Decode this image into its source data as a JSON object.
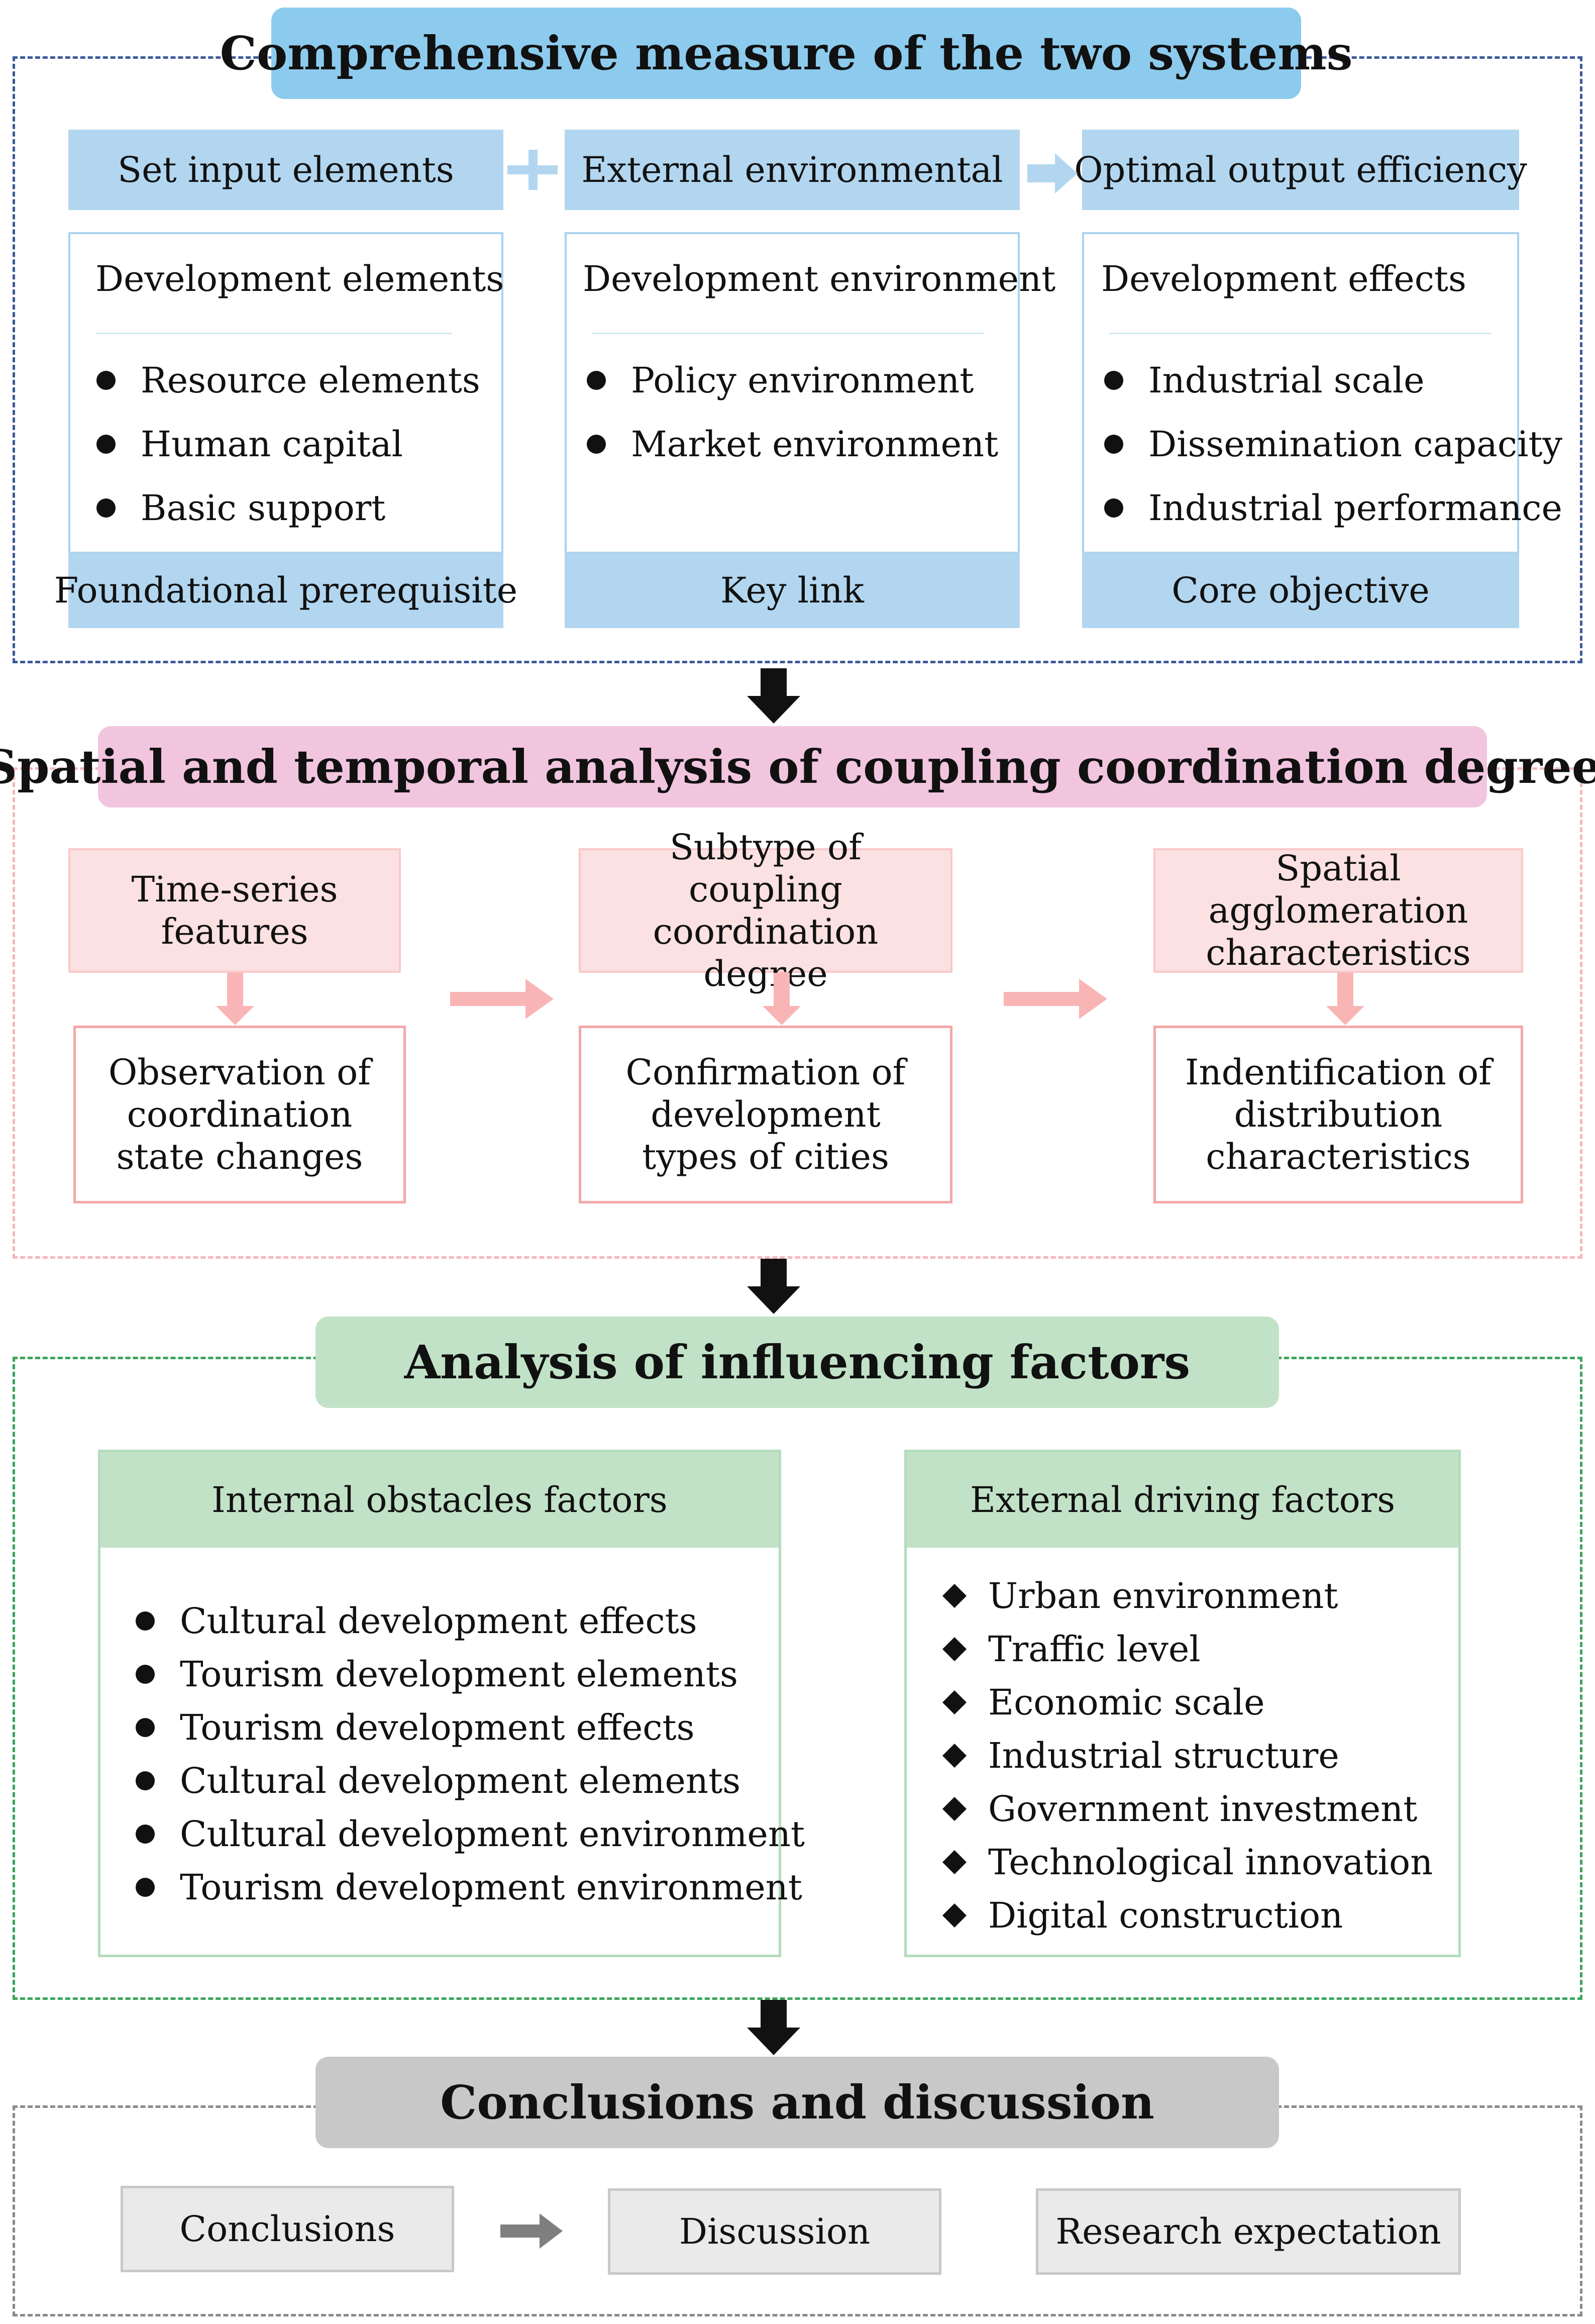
{
  "section1": {
    "title": "Comprehensive measure of the two systems",
    "columns": [
      {
        "header": "Set input elements",
        "card_title": "Development elements",
        "items": [
          "Resource elements",
          "Human capital",
          "Basic support"
        ],
        "footer": "Foundational prerequisite"
      },
      {
        "header": "External environmental",
        "card_title": "Development environment",
        "items": [
          "Policy environment",
          "Market environment"
        ],
        "footer": "Key link"
      },
      {
        "header": "Optimal output efficiency",
        "card_title": "Development effects",
        "items": [
          "Industrial scale",
          "Dissemination capacity",
          "Industrial performance"
        ],
        "footer": "Core objective"
      }
    ]
  },
  "section2": {
    "title": "Spatial and temporal analysis of coupling coordination degree",
    "columns": [
      {
        "top": "Time-series features",
        "bottom": "Observation of coordination state changes"
      },
      {
        "top": "Subtype of coupling coordination degree",
        "bottom": "Confirmation of development types of cities"
      },
      {
        "top": "Spatial agglomeration characteristics",
        "bottom": "Indentification of distribution characteristics"
      }
    ]
  },
  "section3": {
    "title": "Analysis of influencing factors",
    "internal": {
      "header": "Internal obstacles factors",
      "items": [
        "Cultural development effects",
        "Tourism development elements",
        "Tourism development effects",
        "Cultural development elements",
        "Cultural development environment",
        "Tourism development environment"
      ]
    },
    "external": {
      "header": "External driving factors",
      "items": [
        "Urban environment",
        "Traffic level",
        "Economic scale",
        "Industrial structure",
        "Government investment",
        "Technological innovation",
        "Digital construction"
      ]
    }
  },
  "section4": {
    "title": "Conclusions and discussion",
    "boxes": [
      "Conclusions",
      "Discussion",
      "Research expectation"
    ]
  },
  "colors": {
    "blue_frame": "#3c5a9a",
    "blue_title": "#8ccbed",
    "blue_box": "#b2d6f0",
    "blue_border": "#a9d3ee",
    "pink_frame": "#f4b8b8",
    "pink_title": "#f2c5df",
    "pink_box": "#fbe1e1",
    "pink_border": "#f3a8a8",
    "pink_arrow": "#f9b5b5",
    "green_frame": "#3aa55a",
    "green_title": "#c2e2c8",
    "green_border": "#b3dcbc",
    "gray_frame": "#8a8a8a",
    "gray_title": "#c8c8c8",
    "gray_box": "#eaeaea",
    "gray_arrow": "#7f7f7f"
  }
}
